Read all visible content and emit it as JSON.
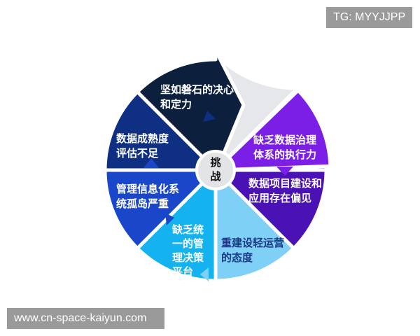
{
  "watermark_top": "TG: MYYJJPP",
  "watermark_bottom": "www.cn-space-kaiyun.com",
  "center": {
    "line1": "挑",
    "line2": "战"
  },
  "segments": [
    {
      "lines": [
        "坚如磐石的决心",
        "和定力"
      ],
      "color": "#0c1f3c"
    },
    {
      "lines": [
        "缺乏数据治理",
        "体系的执行力"
      ],
      "color": "#7b1fe6"
    },
    {
      "lines": [
        "数据项目建设和",
        "应用存在偏见"
      ],
      "color": "#4a11b5"
    },
    {
      "lines": [
        "重建设轻运营",
        "的态度"
      ],
      "color": "#7fd0f7"
    },
    {
      "lines": [
        "缺乏统",
        "一的管",
        "理决策",
        "平台"
      ],
      "color": "#14b2ee"
    },
    {
      "lines": [
        "管理信息化系",
        "统孤岛严重"
      ],
      "color": "#1a47c9"
    },
    {
      "lines": [
        "数据成熟度",
        "评估不足"
      ],
      "color": "#0e2f82"
    }
  ],
  "center_color": "#e3e4e6",
  "ring_color": "#e6e7ea"
}
